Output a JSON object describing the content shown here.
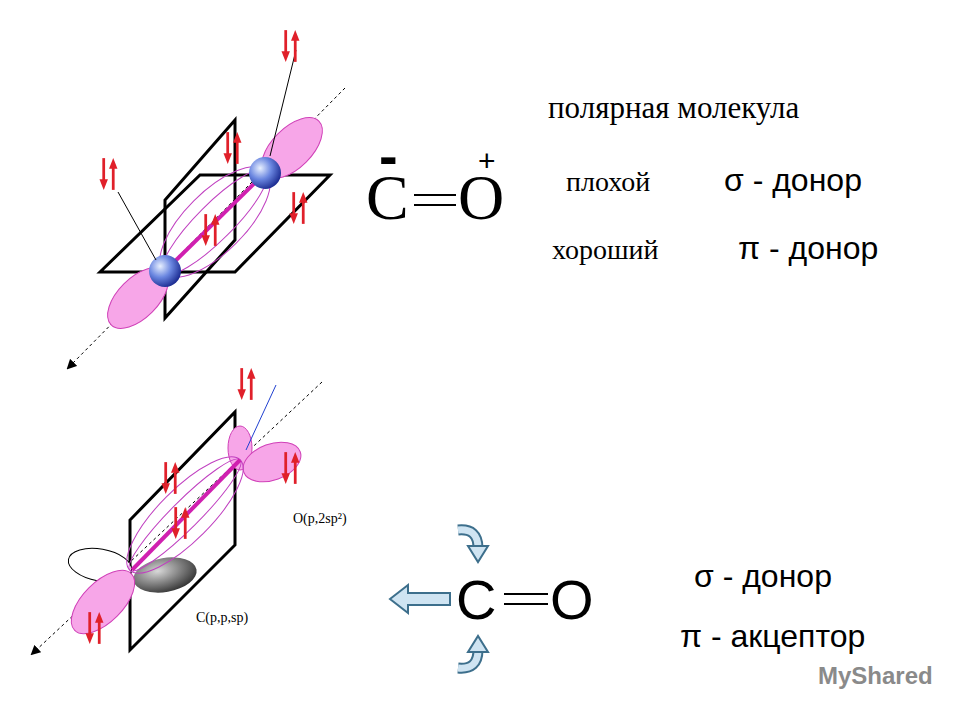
{
  "diagram": {
    "labels": [
      "полярная молекула",
      "плохой",
      "σ - донор",
      "хороший",
      "π - донор",
      "-",
      "+",
      "C",
      "O",
      "O(p,2sp²)",
      "C(p,p,sp)",
      "C",
      "O",
      "σ - донор",
      "π - акцептор",
      "MyShared"
    ]
  }
}
